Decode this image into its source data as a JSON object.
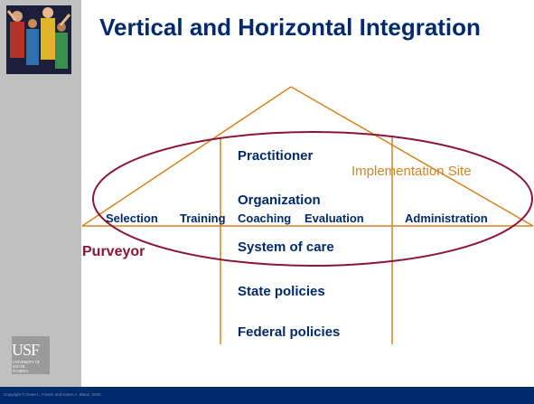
{
  "title": "Vertical and Horizontal Integration",
  "levels": [
    "Practitioner",
    "Organization",
    "System of care",
    "State policies",
    "Federal policies"
  ],
  "functions": [
    "Selection",
    "Training",
    "Coaching",
    "Evaluation",
    "Administration"
  ],
  "implementation_label": "Implementation Site",
  "purveyor_label": "Purveyor",
  "usf_logo": {
    "main": "USF",
    "sub": "UNIVERSITY OF SOUTH FLORIDA"
  },
  "copyright": "Copyright © Dean L. Fixsen and Karen A. Blase, 2005",
  "colors": {
    "navy": "#002a6c",
    "orange": "#d48421",
    "maroon": "#8a1537",
    "sidebar": "#c0c0c0"
  }
}
